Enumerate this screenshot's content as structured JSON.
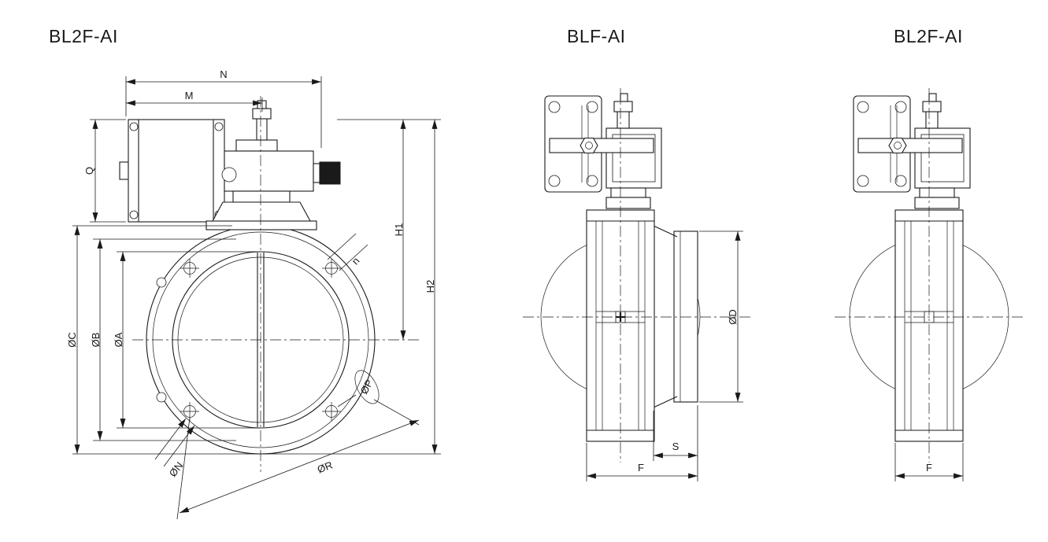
{
  "titles": {
    "left": "BL2F-AI",
    "middle": "BLF-AI",
    "right": "BL2F-AI"
  },
  "dims": {
    "left": {
      "N": "N",
      "M": "M",
      "Q": "Q",
      "phiC": "ØC",
      "phiB": "ØB",
      "phiA": "ØA",
      "H1": "H1",
      "H2": "H2",
      "n": "n",
      "phiP": "ØP",
      "phiN": "ØN",
      "phiR": "ØR"
    },
    "middle": {
      "phiD": "ØD",
      "S": "S",
      "F": "F"
    },
    "right": {
      "F": "F"
    }
  },
  "colors": {
    "line": "#1a1a1a",
    "background": "#ffffff"
  }
}
